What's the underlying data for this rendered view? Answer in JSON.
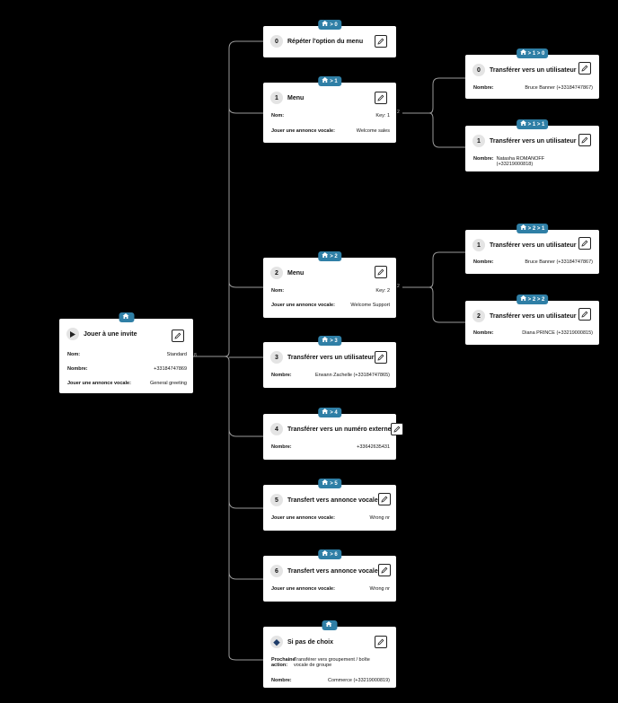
{
  "root": {
    "tag": "",
    "title": "Jouer à une invite",
    "rows": [
      {
        "key": "Nom:",
        "value": "Standard"
      },
      {
        "key": "Nombre:",
        "value": "+33184747869"
      },
      {
        "key": "Jouer une annonce vocale:",
        "value": "General greeting"
      }
    ],
    "badge": "8"
  },
  "options": [
    {
      "tag": "> 0",
      "num": "0",
      "title": "Répéter l'option du menu",
      "rows": []
    },
    {
      "tag": "> 1",
      "num": "1",
      "title": "Menu",
      "badge": "2",
      "rows": [
        {
          "key": "Nom:",
          "value": "Key: 1"
        },
        {
          "key": "Jouer une annonce vocale:",
          "value": "Welcome sales"
        }
      ]
    },
    {
      "tag": "> 2",
      "num": "2",
      "title": "Menu",
      "badge": "2",
      "rows": [
        {
          "key": "Nom:",
          "value": "Key: 2"
        },
        {
          "key": "Jouer une annonce vocale:",
          "value": "Welcome Support"
        }
      ]
    },
    {
      "tag": "> 3",
      "num": "3",
      "title": "Transférer vers un utilisateur",
      "rows": [
        {
          "key": "Nombre:",
          "value": "Erwann Zachelle (+33184747865)"
        }
      ]
    },
    {
      "tag": "> 4",
      "num": "4",
      "title": "Transférer vers un numéro externe",
      "rows": [
        {
          "key": "Nombre:",
          "value": "+33642635431"
        }
      ]
    },
    {
      "tag": "> 5",
      "num": "5",
      "title": "Transfert vers annonce vocale",
      "rows": [
        {
          "key": "Jouer une annonce vocale:",
          "value": "Wrong nr"
        }
      ]
    },
    {
      "tag": "> 6",
      "num": "6",
      "title": "Transfert vers annonce vocale",
      "rows": [
        {
          "key": "Jouer une annonce vocale:",
          "value": "Wrong nr"
        }
      ]
    },
    {
      "tag": "",
      "num": "◆",
      "title": "Si pas de choix",
      "rows": [
        {
          "key": "Prochaine action:",
          "value": "Transférer vers groupement / boîte vocale de groupe"
        },
        {
          "key": "Nombre:",
          "value": "Commerce (+33219000819)"
        }
      ]
    }
  ],
  "subs": [
    {
      "tag": "> 1 > 0",
      "num": "0",
      "title": "Transférer vers un utilisateur",
      "rows": [
        {
          "key": "Nombre:",
          "value": "Bruce Banner (+33184747867)"
        }
      ]
    },
    {
      "tag": "> 1 > 1",
      "num": "1",
      "title": "Transférer vers un utilisateur",
      "rows": [
        {
          "key": "Nombre:",
          "value": "Natasha ROMANOFF (+33219000818)"
        }
      ]
    },
    {
      "tag": "> 2 > 1",
      "num": "1",
      "title": "Transférer vers un utilisateur",
      "rows": [
        {
          "key": "Nombre:",
          "value": "Bruce Banner (+33184747867)"
        }
      ]
    },
    {
      "tag": "> 2 > 2",
      "num": "2",
      "title": "Transférer vers un utilisateur",
      "rows": [
        {
          "key": "Nombre:",
          "value": "Diana PRINCE (+33219000815)"
        }
      ]
    }
  ],
  "icons": {
    "tag_icon": "home-icon",
    "edit_icon": "pencil-icon",
    "root_icon": "play-icon"
  },
  "colors": {
    "tag": "#2f7fa6",
    "canvas": "#000000",
    "line": "#9a9a9a"
  }
}
